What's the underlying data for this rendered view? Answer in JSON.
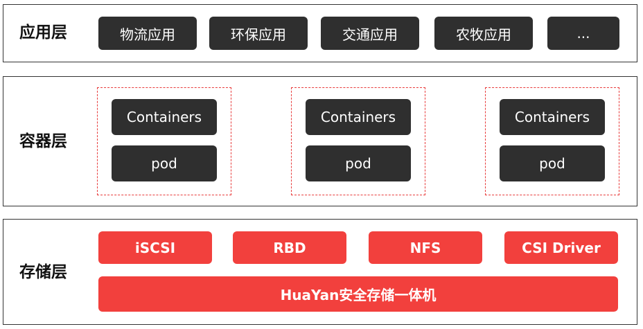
{
  "layers": {
    "application": {
      "label": "应用层",
      "items": [
        "物流应用",
        "环保应用",
        "交通应用",
        "农牧应用",
        "..."
      ]
    },
    "container": {
      "label": "容器层",
      "groups": [
        {
          "containers": "Containers",
          "pod": "pod"
        },
        {
          "containers": "Containers",
          "pod": "pod"
        },
        {
          "containers": "Containers",
          "pod": "pod"
        }
      ]
    },
    "storage": {
      "label": "存储层",
      "protocols": [
        "iSCSI",
        "RBD",
        "NFS",
        "CSI Driver"
      ],
      "unified": "HuaYan安全存储一体机"
    }
  },
  "colors": {
    "dark_box": "#2f2f2f",
    "red_box": "#f2403d",
    "dashed_border": "#e83a3a",
    "layer_border": "#333333"
  }
}
